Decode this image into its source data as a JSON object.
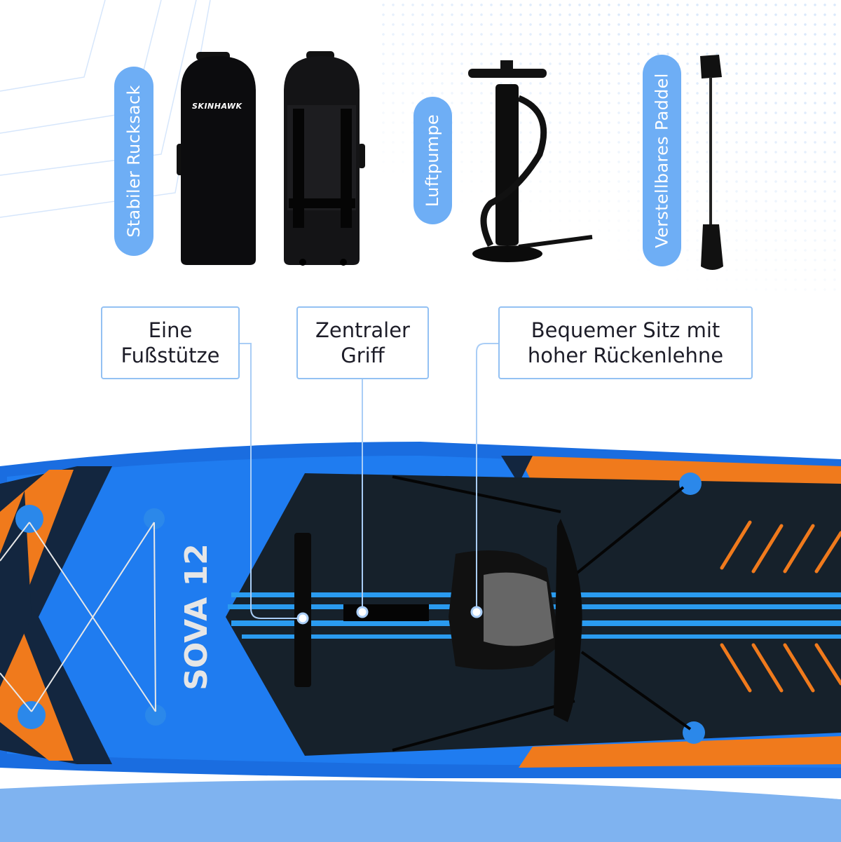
{
  "accessories": {
    "backpack_label": "Stabiler Rucksack",
    "pump_label": "Luftpumpe",
    "paddle_label": "Verstellbares Paddel",
    "brand_logo": "SKINHAWK"
  },
  "callouts": {
    "footrest": {
      "line1": "Eine",
      "line2": "Fußstütze"
    },
    "handle": {
      "line1": "Zentraler",
      "line2": "Griff"
    },
    "seat": {
      "line1": "Bequemer Sitz mit",
      "line2": "hoher Rückenlehne"
    }
  },
  "board": {
    "model_name": "SOVA 12"
  },
  "colors": {
    "accent": "#6eaef5",
    "board_blue": "#1f74e6",
    "orange": "#f07a1c",
    "navy": "#13263f",
    "deck": "#16212b"
  }
}
